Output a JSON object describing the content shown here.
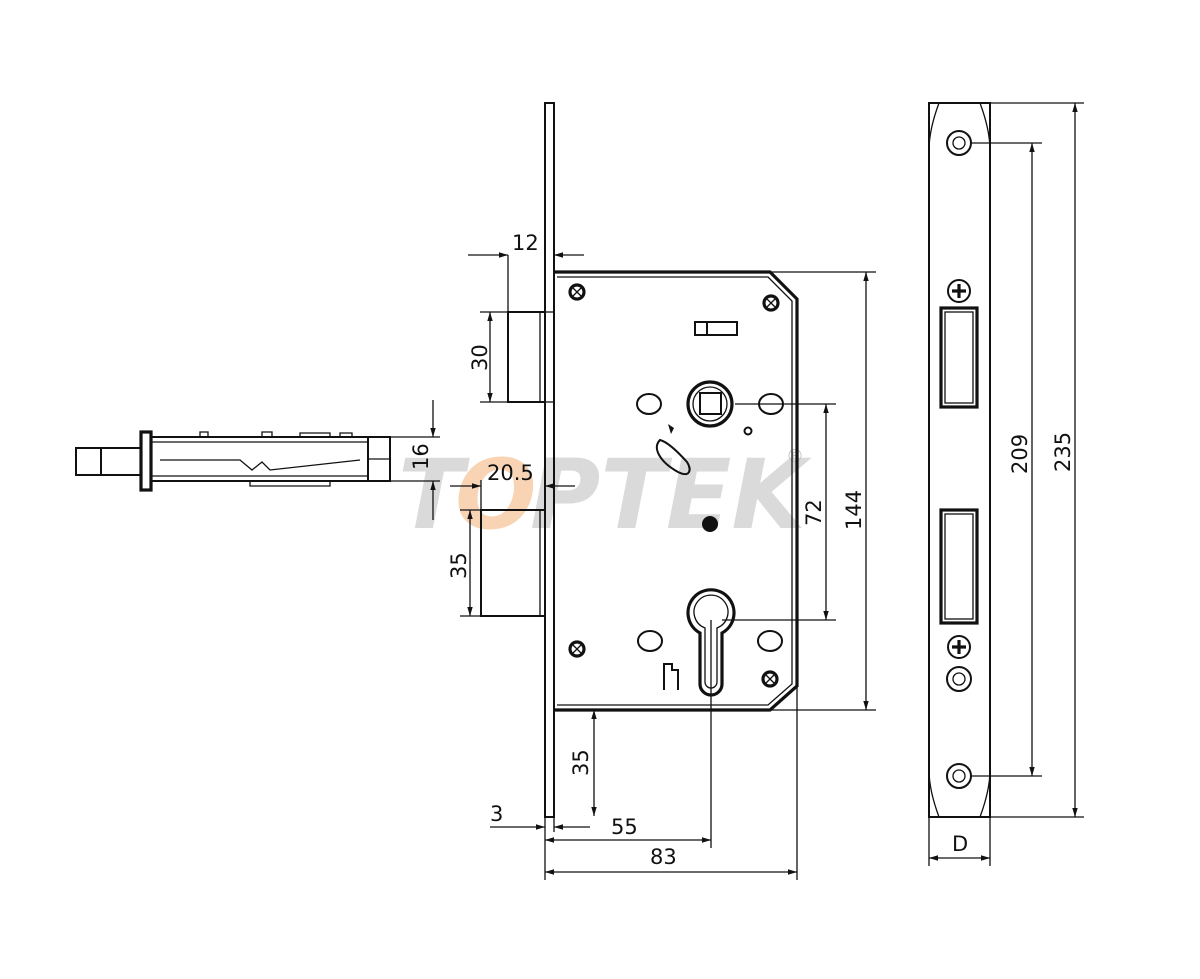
{
  "watermark": {
    "text_t": "T",
    "text_o": "O",
    "text_rest": "PTEK",
    "registered": "®",
    "colors": {
      "gray": "#bdbdbd",
      "orange": "#f3b27a"
    }
  },
  "dimensions": {
    "d12": "12",
    "d30": "30",
    "d16": "16",
    "d20_5": "20.5",
    "d35_deadbolt": "35",
    "d72": "72",
    "d144": "144",
    "d35_bottom": "35",
    "d3": "3",
    "d55": "55",
    "d83": "83",
    "d209": "209",
    "d235": "235",
    "dD": "D"
  },
  "colors": {
    "line": "#111111",
    "background": "#ffffff"
  }
}
